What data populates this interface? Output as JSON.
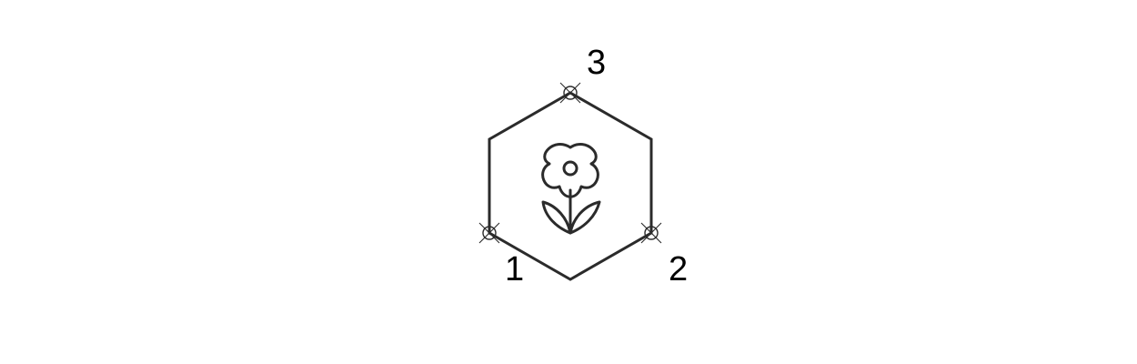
{
  "diagram": {
    "points": [
      {
        "label": "1"
      },
      {
        "label": "2"
      },
      {
        "label": "3"
      }
    ],
    "center_icon": "flower-icon",
    "stroke_color": "#2b2b2b",
    "label_color": "#000000",
    "background_color": "#ffffff"
  }
}
